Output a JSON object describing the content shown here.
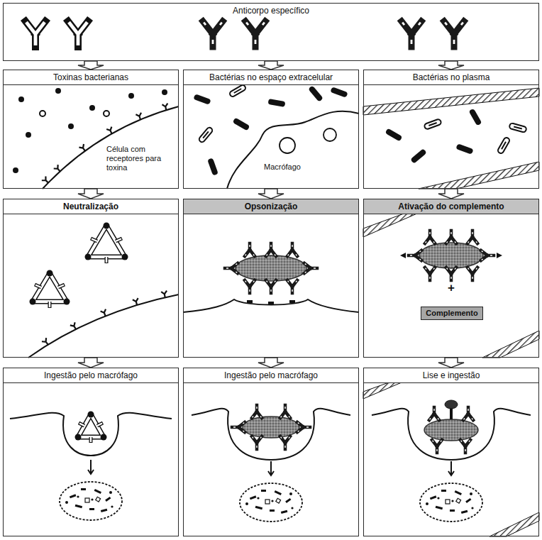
{
  "diagram": {
    "nodes": [
      {
        "text": [
          "Anticorpo específico"
        ]
      },
      {
        "text": [
          "Toxinas bacterianas"
        ]
      },
      {
        "text": [
          "Bactérias no espaço extracelular"
        ]
      },
      {
        "text": [
          "Bactérias no plasma"
        ]
      },
      {
        "text": [
          "Neutralização"
        ]
      },
      {
        "text": [
          "Opsonização"
        ]
      },
      {
        "text": [
          "Ativação do complemento"
        ]
      },
      {
        "text": [
          "Complemento"
        ],
        "in": 6
      },
      {
        "text": [
          "Ingestão pelo macrófago"
        ]
      },
      {
        "text": [
          "Ingestão pelo macrófago"
        ]
      },
      {
        "text": [
          "Lise e ingestão"
        ]
      }
    ],
    "edges": [
      {
        "from": 0,
        "to": 1,
        "arrow": "to"
      },
      {
        "from": 0,
        "to": 2,
        "arrow": "to"
      },
      {
        "from": 0,
        "to": 3,
        "arrow": "to"
      },
      {
        "from": 1,
        "to": 4,
        "arrow": "to"
      },
      {
        "from": 2,
        "to": 5,
        "arrow": "to"
      },
      {
        "from": 3,
        "to": 6,
        "arrow": "to"
      },
      {
        "from": 4,
        "to": 8,
        "arrow": "to"
      },
      {
        "from": 5,
        "to": 9,
        "arrow": "to"
      },
      {
        "from": 6,
        "to": 10,
        "arrow": "to"
      }
    ],
    "labels": [
      "Célula com receptores para toxina",
      "Macrófago",
      "+"
    ]
  }
}
